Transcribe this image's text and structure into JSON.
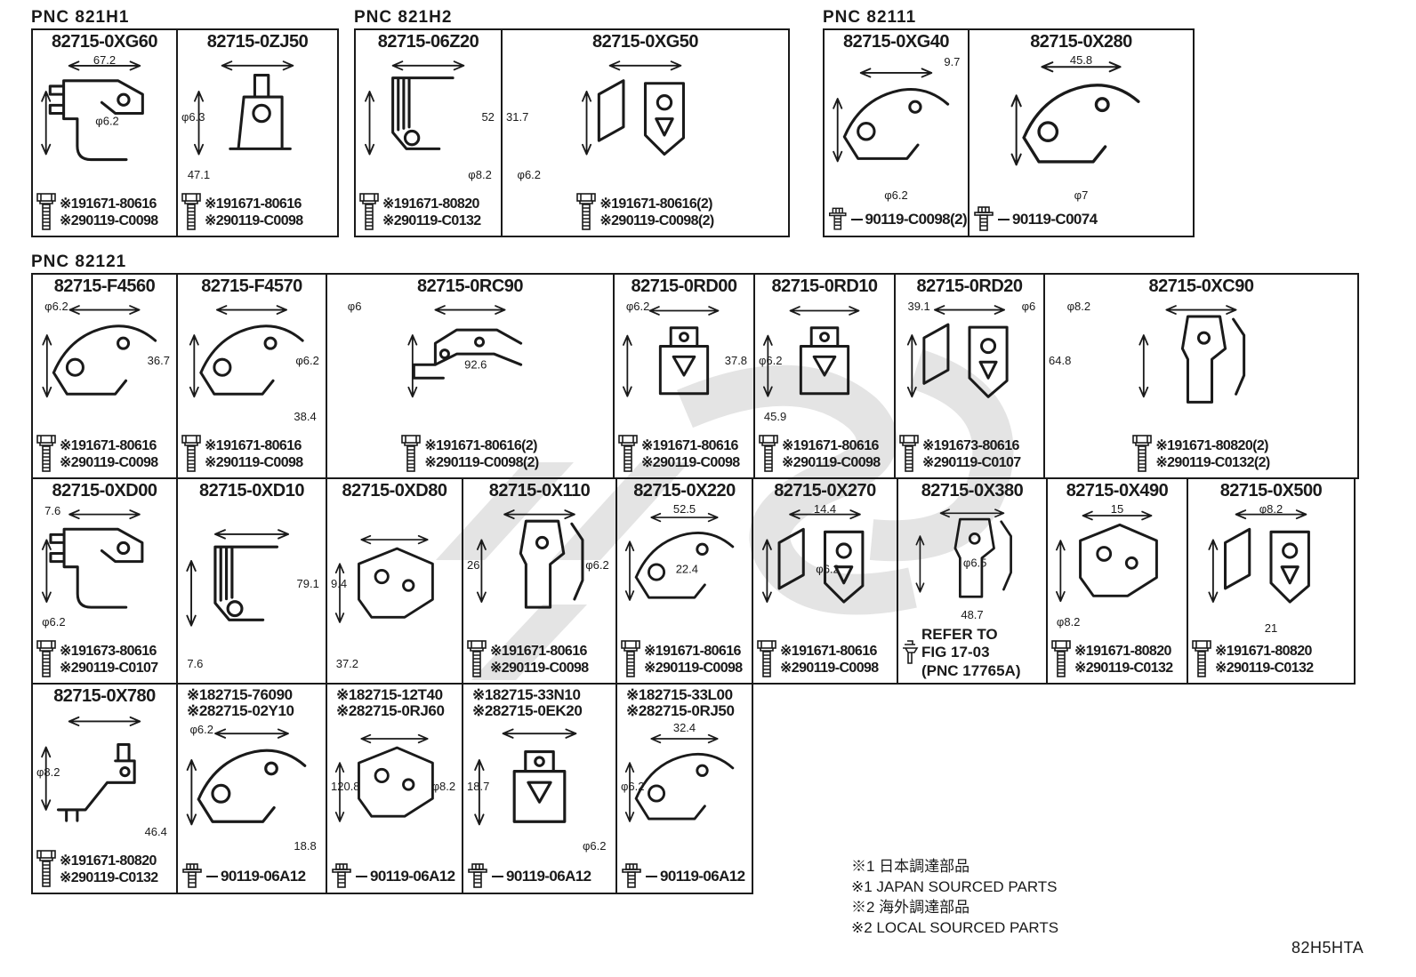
{
  "page": {
    "code": "82H5HTA"
  },
  "colors": {
    "ink": "#1a1a1a",
    "watermark": "#d6d6d6"
  },
  "legend": [
    "※1 日本調達部品",
    "※1 JAPAN SOURCED PARTS",
    "※2 海外調達部品",
    "※2 LOCAL SOURCED PARTS"
  ],
  "groups": [
    {
      "pnc": "PNC 821H1",
      "rows": [
        [
          {
            "titles": [
              "82715-0XG60"
            ],
            "art": "hook",
            "dims": [
              {
                "text": "67.2",
                "pos": "t"
              },
              {
                "text": "φ6.2",
                "pos": "m"
              }
            ],
            "fasteners": {
              "type": "pair",
              "lines": [
                "※191671-80616",
                "※290119-C0098"
              ]
            }
          },
          {
            "titles": [
              "82715-0ZJ50"
            ],
            "art": "post",
            "dims": [
              {
                "text": "φ6.3",
                "pos": "l"
              },
              {
                "text": "47.1",
                "pos": "bl"
              }
            ],
            "fasteners": {
              "type": "pair",
              "lines": [
                "※191671-80616",
                "※290119-C0098"
              ]
            }
          }
        ]
      ]
    },
    {
      "pnc": "PNC 821H2",
      "rows": [
        [
          {
            "titles": [
              "82715-06Z20"
            ],
            "art": "zbar",
            "dims": [
              {
                "text": "52",
                "pos": "r"
              },
              {
                "text": "φ8.2",
                "pos": "br"
              }
            ],
            "fasteners": {
              "type": "pair",
              "lines": [
                "※191671-80820",
                "※290119-C0132"
              ]
            }
          },
          {
            "titles": [
              "82715-0XG50"
            ],
            "art": "twoarm",
            "dims": [
              {
                "text": "31.7",
                "pos": "l"
              },
              {
                "text": "φ6.2",
                "pos": "bl"
              }
            ],
            "fasteners": {
              "type": "pair",
              "lines": [
                "※191671-80616(2)",
                "※290119-C0098(2)"
              ]
            }
          }
        ]
      ]
    },
    {
      "pnc": "PNC 82111",
      "rows": [
        [
          {
            "titles": [
              "82715-0XG40"
            ],
            "art": "curve",
            "dims": [
              {
                "text": "9.7",
                "pos": "tr"
              },
              {
                "text": "φ6.2",
                "pos": "b"
              }
            ],
            "fasteners": {
              "type": "single",
              "lines": [
                "90119-C0098(2)"
              ]
            }
          },
          {
            "titles": [
              "82715-0X280"
            ],
            "art": "curve",
            "dims": [
              {
                "text": "45.8",
                "pos": "t"
              },
              {
                "text": "φ7",
                "pos": "b"
              }
            ],
            "fasteners": {
              "type": "single",
              "lines": [
                "90119-C0074"
              ]
            }
          }
        ]
      ]
    },
    {
      "pnc": "PNC 82121",
      "rows": [
        [
          {
            "titles": [
              "82715-F4560"
            ],
            "art": "curve",
            "dims": [
              {
                "text": "φ6.2",
                "pos": "tl"
              },
              {
                "text": "36.7",
                "pos": "r"
              }
            ],
            "fasteners": {
              "type": "pair",
              "lines": [
                "※191671-80616",
                "※290119-C0098"
              ]
            }
          },
          {
            "titles": [
              "82715-F4570"
            ],
            "art": "curve",
            "dims": [
              {
                "text": "φ6.2",
                "pos": "r"
              },
              {
                "text": "38.4",
                "pos": "br"
              }
            ],
            "fasteners": {
              "type": "pair",
              "lines": [
                "※191671-80616",
                "※290119-C0098"
              ]
            }
          },
          {
            "titles": [
              "82715-0RC90"
            ],
            "art": "long",
            "dims": [
              {
                "text": "φ6",
                "pos": "tl"
              },
              {
                "text": "92.6",
                "pos": "m"
              }
            ],
            "fasteners": {
              "type": "pair",
              "lines": [
                "※191671-80616(2)",
                "※290119-C0098(2)"
              ]
            }
          },
          {
            "titles": [
              "82715-0RD00"
            ],
            "art": "clipbase",
            "dims": [
              {
                "text": "φ6.2",
                "pos": "tl"
              },
              {
                "text": "37.8",
                "pos": "r"
              }
            ],
            "fasteners": {
              "type": "pair",
              "lines": [
                "※191671-80616",
                "※290119-C0098"
              ]
            }
          },
          {
            "titles": [
              "82715-0RD10"
            ],
            "art": "clipbase",
            "dims": [
              {
                "text": "φ6.2",
                "pos": "l"
              },
              {
                "text": "45.9",
                "pos": "bl"
              }
            ],
            "fasteners": {
              "type": "pair",
              "lines": [
                "※191671-80616",
                "※290119-C0098"
              ]
            }
          },
          {
            "titles": [
              "82715-0RD20"
            ],
            "art": "twoarm",
            "dims": [
              {
                "text": "39.1",
                "pos": "tl"
              },
              {
                "text": "φ6",
                "pos": "tr"
              }
            ],
            "fasteners": {
              "type": "pair",
              "lines": [
                "※191673-80616",
                "※290119-C0107"
              ]
            }
          },
          {
            "titles": [
              "82715-0XC90"
            ],
            "art": "tall",
            "dims": [
              {
                "text": "φ8.2",
                "pos": "tl"
              },
              {
                "text": "64.8",
                "pos": "l"
              }
            ],
            "fasteners": {
              "type": "pair",
              "lines": [
                "※191671-80820(2)",
                "※290119-C0132(2)"
              ]
            }
          }
        ],
        [
          {
            "titles": [
              "82715-0XD00"
            ],
            "art": "hook",
            "dims": [
              {
                "text": "7.6",
                "pos": "tl"
              },
              {
                "text": "φ6.2",
                "pos": "bl"
              }
            ],
            "fasteners": {
              "type": "pair",
              "lines": [
                "※191673-80616",
                "※290119-C0107"
              ]
            }
          },
          {
            "titles": [
              "82715-0XD10"
            ],
            "art": "zbar",
            "dims": [
              {
                "text": "79.1",
                "pos": "r"
              },
              {
                "text": "7.6",
                "pos": "bl"
              }
            ],
            "fasteners": null
          },
          {
            "titles": [
              "82715-0XD80"
            ],
            "art": "plate",
            "dims": [
              {
                "text": "9.4",
                "pos": "l"
              },
              {
                "text": "37.2",
                "pos": "bl"
              }
            ],
            "fasteners": null
          },
          {
            "titles": [
              "82715-0X110"
            ],
            "art": "tall",
            "dims": [
              {
                "text": "26",
                "pos": "l"
              },
              {
                "text": "φ6.2",
                "pos": "r"
              }
            ],
            "fasteners": {
              "type": "pair",
              "lines": [
                "※191671-80616",
                "※290119-C0098"
              ]
            }
          },
          {
            "titles": [
              "82715-0X220"
            ],
            "art": "curve",
            "dims": [
              {
                "text": "52.5",
                "pos": "t"
              },
              {
                "text": "22.4",
                "pos": "m"
              }
            ],
            "fasteners": {
              "type": "pair",
              "lines": [
                "※191671-80616",
                "※290119-C0098"
              ]
            }
          },
          {
            "titles": [
              "82715-0X270"
            ],
            "art": "twoarm",
            "dims": [
              {
                "text": "14.4",
                "pos": "t"
              },
              {
                "text": "φ6.2",
                "pos": "m"
              }
            ],
            "fasteners": {
              "type": "pair",
              "lines": [
                "※191671-80616",
                "※290119-C0098"
              ]
            }
          },
          {
            "titles": [
              "82715-0X380"
            ],
            "art": "tall",
            "dims": [
              {
                "text": "φ6.5",
                "pos": "m"
              },
              {
                "text": "48.7",
                "pos": "b"
              }
            ],
            "fasteners": {
              "type": "refer",
              "lines": [
                "REFER TO",
                "FIG 17-03",
                "(PNC 17765A)"
              ]
            }
          },
          {
            "titles": [
              "82715-0X490"
            ],
            "art": "plate",
            "dims": [
              {
                "text": "15",
                "pos": "t"
              },
              {
                "text": "φ8.2",
                "pos": "bl"
              }
            ],
            "fasteners": {
              "type": "pair",
              "lines": [
                "※191671-80820",
                "※290119-C0132"
              ]
            }
          },
          {
            "titles": [
              "82715-0X500"
            ],
            "art": "twoarm",
            "dims": [
              {
                "text": "φ8.2",
                "pos": "t"
              },
              {
                "text": "21",
                "pos": "b"
              }
            ],
            "fasteners": {
              "type": "pair",
              "lines": [
                "※191671-80820",
                "※290119-C0132"
              ]
            }
          }
        ],
        [
          {
            "titles": [
              "82715-0X780"
            ],
            "art": "step",
            "dims": [
              {
                "text": "φ8.2",
                "pos": "l"
              },
              {
                "text": "46.4",
                "pos": "br"
              }
            ],
            "fasteners": {
              "type": "pair",
              "lines": [
                "※191671-80820",
                "※290119-C0132"
              ]
            }
          },
          {
            "titles": [
              "※182715-76090",
              "※282715-02Y10"
            ],
            "art": "curve",
            "dims": [
              {
                "text": "φ6.2",
                "pos": "tl"
              },
              {
                "text": "18.8",
                "pos": "br"
              }
            ],
            "fasteners": {
              "type": "single",
              "lines": [
                "90119-06A12"
              ]
            }
          },
          {
            "titles": [
              "※182715-12T40",
              "※282715-0RJ60"
            ],
            "art": "plate",
            "dims": [
              {
                "text": "120.8",
                "pos": "l"
              },
              {
                "text": "φ8.2",
                "pos": "r"
              }
            ],
            "fasteners": {
              "type": "single",
              "lines": [
                "90119-06A12"
              ]
            }
          },
          {
            "titles": [
              "※182715-33N10",
              "※282715-0EK20"
            ],
            "art": "clipbase",
            "dims": [
              {
                "text": "18.7",
                "pos": "l"
              },
              {
                "text": "φ6.2",
                "pos": "br"
              }
            ],
            "fasteners": {
              "type": "single",
              "lines": [
                "90119-06A12"
              ]
            }
          },
          {
            "titles": [
              "※182715-33L00",
              "※282715-0RJ50"
            ],
            "art": "curve",
            "dims": [
              {
                "text": "32.4",
                "pos": "t"
              },
              {
                "text": "φ6.2",
                "pos": "l"
              }
            ],
            "fasteners": {
              "type": "single",
              "lines": [
                "90119-06A12"
              ]
            }
          }
        ]
      ]
    }
  ]
}
